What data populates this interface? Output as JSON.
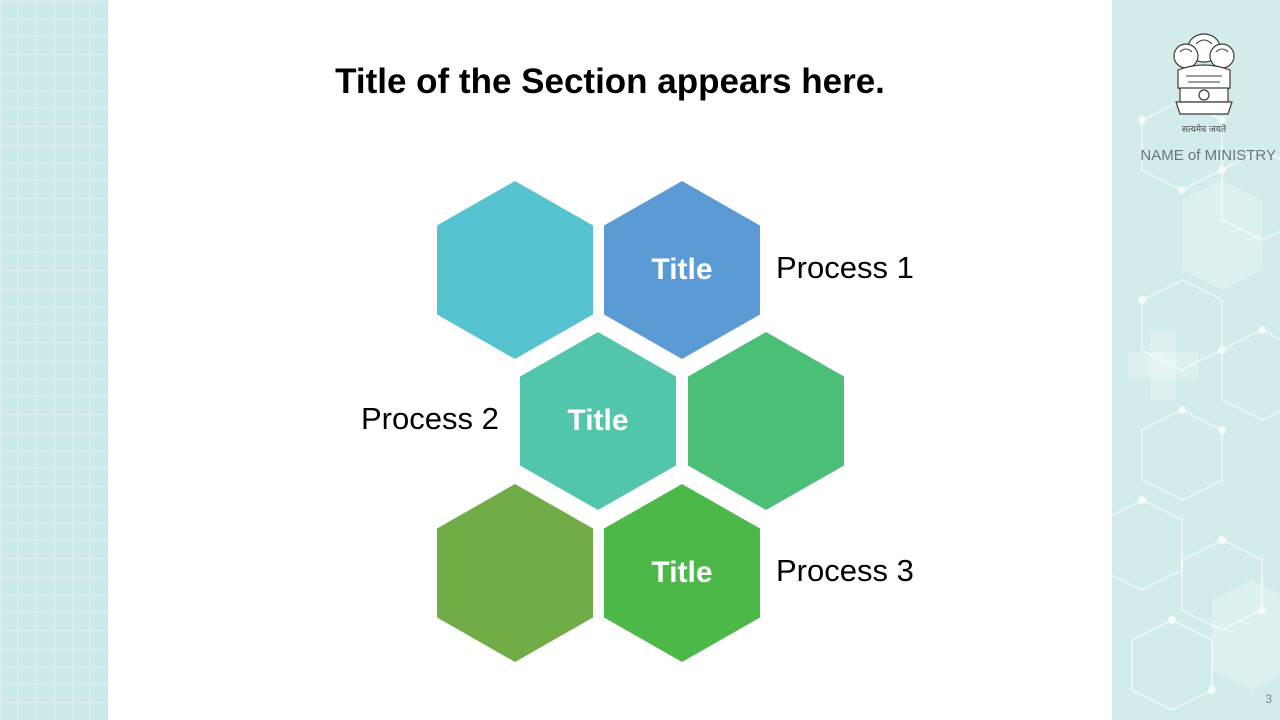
{
  "slide": {
    "title": "Title of the Section appears here.",
    "page_number": "3"
  },
  "sidebar": {
    "ministry_name": "NAME of MINISTRY",
    "motto": "सत्यमेव जयते",
    "emblem_icon": "national-emblem-icon"
  },
  "hexagons": [
    {
      "label": "",
      "color": "#56c3d0"
    },
    {
      "label": "Title",
      "color": "#5b9bd5"
    },
    {
      "label": "Title",
      "color": "#51c6ab"
    },
    {
      "label": "",
      "color": "#4bbf76"
    },
    {
      "label": "",
      "color": "#70ad47"
    },
    {
      "label": "Title",
      "color": "#4cb848"
    }
  ],
  "processes": [
    {
      "label": "Process 1"
    },
    {
      "label": "Process 2"
    },
    {
      "label": "Process 3"
    }
  ],
  "colors": {
    "left_strip": "#cdeaea",
    "right_panel": "#d2ecec"
  }
}
